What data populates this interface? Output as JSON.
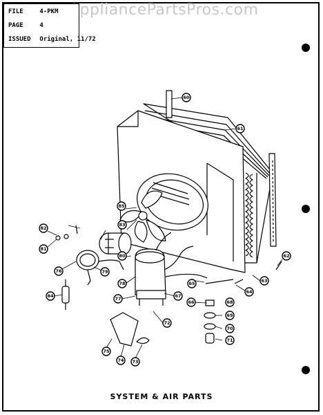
{
  "watermark": "AppliancePartsPros.com",
  "info": {
    "file_label": "FILE",
    "file_value": "4-PKM",
    "page_label": "PAGE",
    "page_value": "4",
    "issued_label": "ISSUED",
    "issued_value": "Original, 11/72"
  },
  "caption": "SYSTEM & AIR PARTS",
  "callouts": [
    "60",
    "61",
    "62",
    "63",
    "64",
    "65",
    "66",
    "67",
    "68",
    "69",
    "70",
    "71",
    "72",
    "73",
    "74",
    "75",
    "76",
    "77",
    "78",
    "79",
    "80",
    "81",
    "82",
    "83",
    "84",
    "85"
  ]
}
